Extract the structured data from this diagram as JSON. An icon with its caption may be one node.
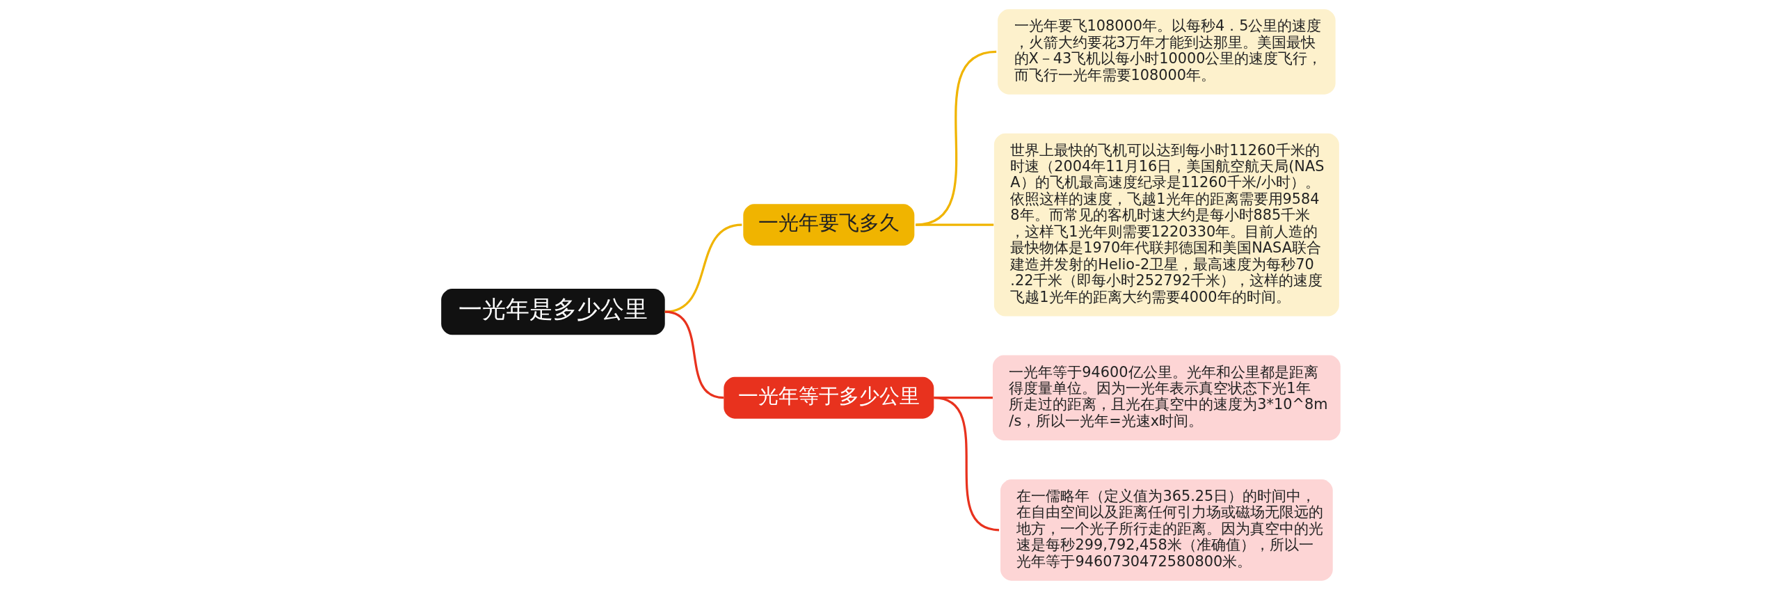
{
  "diagram": {
    "nodes": [
      {
        "text": [
          "一光年是多少公里"
        ]
      },
      {
        "text": [
          "一光年要飞多久"
        ]
      },
      {
        "text": [
          "一光年要飞108000年。以每秒4．5公里的速度，火箭大约要花3万年才能到达那里。美国最快的X－43飞机以每小时10000公里的速度飞行，而飞行一光年需要108000年。"
        ]
      },
      {
        "text": [
          "世界上最快的飞机可以达到每小时11260千米的时速（2004年11月16日，美国航空航天局(NASA）的飞机最高速度纪录是11260千米/小时）。依照这样的速度，飞越1光年的距离需要用95848年。而常见的客机时速大约是每小时885千米，这样飞1光年则需要1220330年。目前人造的最快物体是1970年代联邦德国和美国NASA联合建造并发射的Helio-2卫星，最高速度为每秒70.22千米（即每小时252792千米），这样的速度飞越1光年的距离大约需要4000年的时间。"
        ]
      },
      {
        "text": [
          "一光年等于多少公里"
        ]
      },
      {
        "text": [
          "一光年等于94600亿公里。光年和公里都是距离得度量单位。因为一光年表示真空状态下光1年所走过的距离，且光在真空中的速度为3*10^8m/s，所以一光年=光速x时间。"
        ]
      },
      {
        "text": [
          "在一儒略年（定义值为365.25日）的时间中，在自由空间以及距离任何引力场或磁场无限远的地方，一个光子所行走的距离。因为真空中的光速是每秒299,792,458米（准确值），所以一光年等于9460730472580800米。"
        ]
      }
    ],
    "edges": [
      {
        "from": 0,
        "to": 1,
        "arrow": "none",
        "color": "#f0b400"
      },
      {
        "from": 1,
        "to": 2,
        "arrow": "none",
        "color": "#f0b400"
      },
      {
        "from": 1,
        "to": 3,
        "arrow": "none",
        "color": "#f0b400"
      },
      {
        "from": 0,
        "to": 4,
        "arrow": "none",
        "color": "#e8321e"
      },
      {
        "from": 4,
        "to": 5,
        "arrow": "none",
        "color": "#e8321e"
      },
      {
        "from": 4,
        "to": 6,
        "arrow": "none",
        "color": "#e8321e"
      }
    ]
  }
}
